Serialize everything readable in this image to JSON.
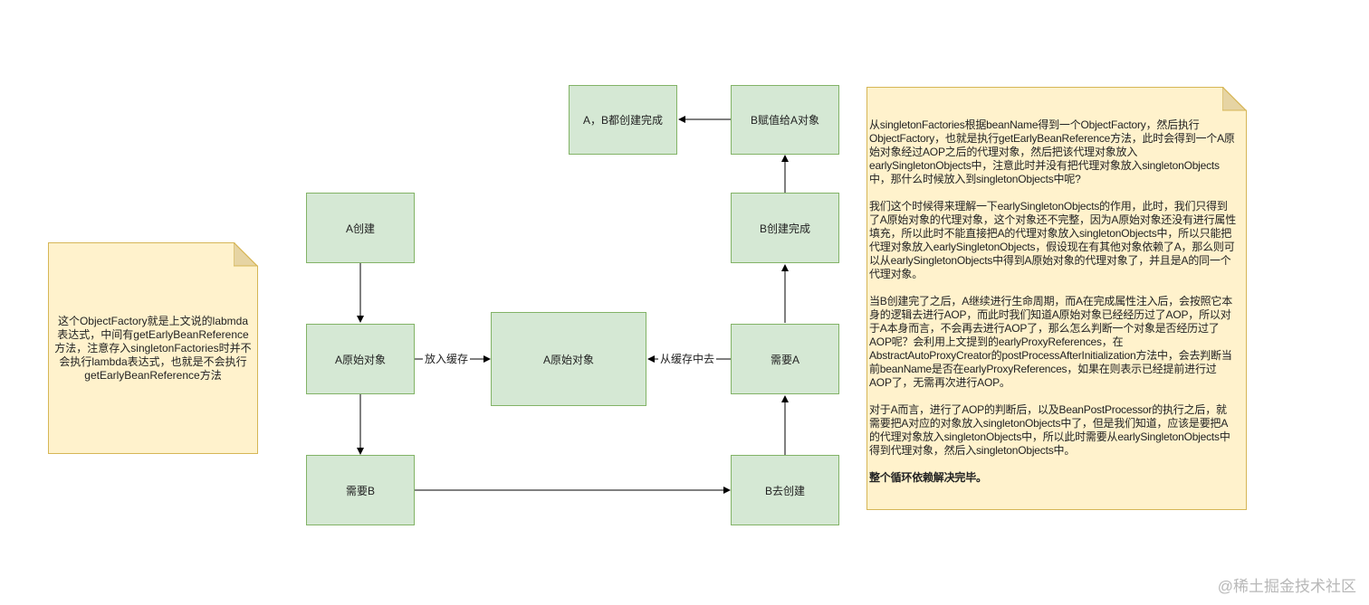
{
  "nodes": {
    "both_done": "A，B都创建完成",
    "b_assign_a": "B赋值给A对象",
    "b_create_done": "B创建完成",
    "a_create": "A创建",
    "a_raw_left": "A原始对象",
    "a_raw_cache": "A原始对象",
    "need_a": "需要A",
    "need_b": "需要B",
    "b_go_create": "B去创建"
  },
  "edge_labels": {
    "put_cache": "放入缓存",
    "from_cache": "从缓存中去"
  },
  "notes": {
    "left": "这个ObjectFactory就是上文说的labmda表达式，中间有getEarlyBeanReference方法，注意存入singletonFactories时并不会执行lambda表达式，也就是不会执行getEarlyBeanReference方法",
    "right": [
      "从singletonFactories根据beanName得到一个ObjectFactory，然后执行ObjectFactory，也就是执行getEarlyBeanReference方法，此时会得到一个A原始对象经过AOP之后的代理对象，然后把该代理对象放入earlySingletonObjects中，注意此时并没有把代理对象放入singletonObjects中，那什么时候放入到singletonObjects中呢?",
      "我们这个时候得来理解一下earlySingletonObjects的作用，此时，我们只得到了A原始对象的代理对象，这个对象还不完整，因为A原始对象还没有进行属性填充，所以此时不能直接把A的代理对象放入singletonObjects中，所以只能把代理对象放入earlySingletonObjects，假设现在有其他对象依赖了A，那么则可以从earlySingletonObjects中得到A原始对象的代理对象了，并且是A的同一个代理对象。",
      "当B创建完了之后，A继续进行生命周期，而A在完成属性注入后，会按照它本身的逻辑去进行AOP，而此时我们知道A原始对象已经经历过了AOP，所以对于A本身而言，不会再去进行AOP了，那么怎么判断一个对象是否经历过了AOP呢？会利用上文提到的earlyProxyReferences，在AbstractAutoProxyCreator的postProcessAfterInitialization方法中，会去判断当前beanName是否在earlyProxyReferences，如果在则表示已经提前进行过AOP了，无需再次进行AOP。",
      "对于A而言，进行了AOP的判断后，以及BeanPostProcessor的执行之后，就需要把A对应的对象放入singletonObjects中了，但是我们知道，应该是要把A的代理对象放入singletonObjects中，所以此时需要从earlySingletonObjects中得到代理对象，然后入singletonObjects中。",
      "整个循环依赖解决完毕。"
    ]
  },
  "watermark": "@稀土掘金技术社区",
  "colors": {
    "box_fill": "#d5e8d4",
    "box_stroke": "#82b366",
    "note_fill": "#fff2cc",
    "note_stroke": "#d6b656"
  }
}
